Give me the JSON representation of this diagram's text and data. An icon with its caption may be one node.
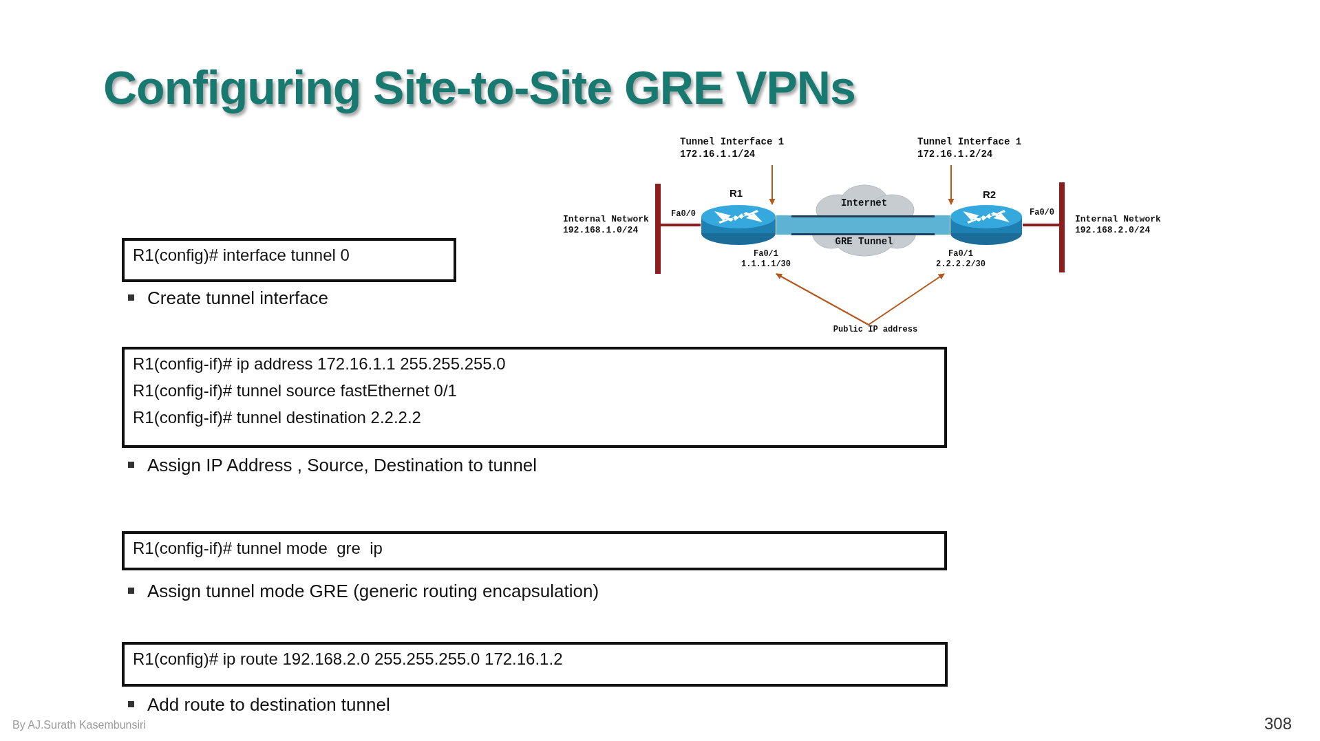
{
  "diagram": {
    "title": "Configuring Site-to-Site GRE VPNs",
    "nodes": [
      {
        "text": [
          "Tunnel Interface 1 172.16.1.1/24"
        ]
      },
      {
        "text": [
          "Tunnel Interface 1 172.16.1.2/24"
        ]
      },
      {
        "text": [],
        "shape": "bar",
        "beside": [
          "Internal Network 192.168.1.0/24"
        ]
      },
      {
        "text": [],
        "shape": "router"
      },
      {
        "text": [
          "Internet",
          "GRE Tunnel"
        ]
      },
      {
        "text": [],
        "shape": "cylinder"
      },
      {
        "text": [],
        "shape": "router"
      },
      {
        "text": [],
        "shape": "bar",
        "beside": [
          "Internal Network 192.168.2.0/24"
        ]
      },
      {
        "text": [
          "Fa0/1 1.1.1.1/30"
        ]
      },
      {
        "text": [
          "Fa0/1 2.2.2.2/30"
        ]
      },
      {
        "text": [
          "Public IP address"
        ]
      },
      {
        "text": [
          "R1(config)# interface tunnel 0"
        ]
      },
      {
        "text": [
          "R1(config-if)# ip address 172.16.1.1 255.255.255.0",
          "R1(config-if)# tunnel source fastEthernet 0/1",
          "R1(config-if)# tunnel destination 2.2.2.2"
        ]
      },
      {
        "text": [
          "R1(config-if)# tunnel mode  gre  ip"
        ]
      },
      {
        "text": [
          "R1(config)# ip route 192.168.2.0 255.255.255.0 172.16.1.2"
        ]
      }
    ],
    "edges": [
      {
        "from": 0,
        "to": 3,
        "arrow": "to",
        "color": "#b5561b"
      },
      {
        "from": 1,
        "to": 6,
        "arrow": "to",
        "color": "#b5561b"
      },
      {
        "from": 3,
        "to": 2,
        "arrow": "none",
        "color": "#8e1d1d"
      },
      {
        "from": 6,
        "to": 7,
        "arrow": "none",
        "color": "#8e1d1d"
      },
      {
        "from": 3,
        "to": 5,
        "arrow": "none",
        "style": "thick",
        "color": "#5cb3d3"
      },
      {
        "from": 5,
        "to": 6,
        "arrow": "none",
        "style": "thick",
        "color": "#5cb3d3"
      },
      {
        "from": 10,
        "to": 8,
        "arrow": "to",
        "color": "#b5561b"
      },
      {
        "from": 10,
        "to": 9,
        "arrow": "to",
        "color": "#b5561b"
      }
    ],
    "labels": [
      "R1",
      "R2",
      "Fa0/0",
      "Fa0/0",
      "Create tunnel interface",
      "Assign IP Address , Source, Destination to tunnel",
      "Assign tunnel mode GRE (generic routing encapsulation)",
      "Add route to destination tunnel",
      "By AJ.Surath Kasembunsiri",
      "308"
    ]
  }
}
